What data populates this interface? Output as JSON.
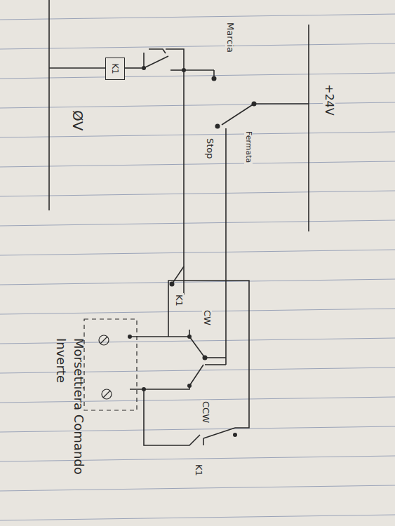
{
  "diagram": {
    "nodes": [
      {
        "text": [
          "K1"
        ]
      }
    ],
    "labels": [
      "+24V",
      "ØV",
      "Marcia",
      "Stop",
      "Fermata",
      "K1",
      "CW",
      "CCW",
      "K1",
      "Morsettiera Comando Inverte"
    ]
  }
}
